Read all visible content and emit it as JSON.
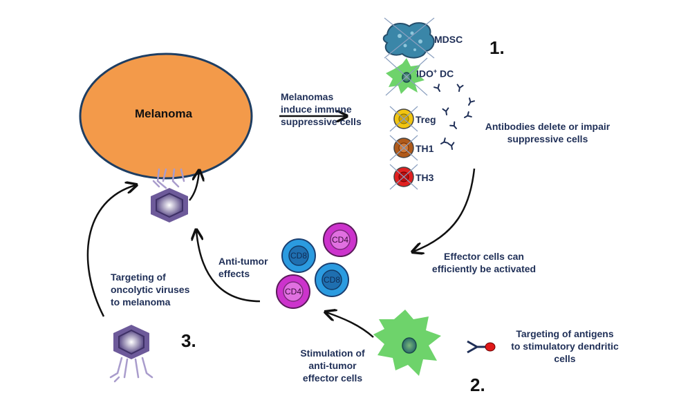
{
  "tumor": {
    "label": "Melanoma"
  },
  "suppressive_cells": {
    "mdsc": "MDSC",
    "ido_dc_main": "IDO",
    "ido_dc_sup": "+",
    "ido_dc_tail": " DC",
    "treg": "Treg",
    "th1": "TH1",
    "th3": "TH3"
  },
  "steps": {
    "one": "1.",
    "two": "2.",
    "three": "3."
  },
  "labels": {
    "induce": [
      "Melanomas",
      "induce immune",
      "suppressive cells"
    ],
    "antibodies": [
      "Antibodies delete or impair",
      "suppressive cells"
    ],
    "effector_activated": [
      "Effector cells can",
      "efficiently be activated"
    ],
    "antigen_targeting": [
      "Targeting of antigens",
      "to stimulatory dendritic",
      "cells"
    ],
    "stimulation": [
      "Stimulation of",
      "anti-tumor",
      "effector cells"
    ],
    "antitumor_effects": [
      "Anti-tumor",
      "effects"
    ],
    "oncolytic": [
      "Targeting of",
      "oncolytic viruses",
      "to melanoma"
    ]
  },
  "effector_cells": {
    "cd8": "CD8",
    "cd4": "CD4"
  },
  "colors": {
    "tumor_fill": "#f39a4a",
    "text": "#1f2f57",
    "virus": "#6d5a9a",
    "dc_green": "#6ed36b",
    "cd8_blue": "#2b9be0",
    "cd4_magenta": "#cc33cc",
    "treg_yellow": "#f2c511",
    "th1_brown": "#b05a1a",
    "th3_red": "#e02020",
    "mdsc_teal": "#3a86a8"
  }
}
